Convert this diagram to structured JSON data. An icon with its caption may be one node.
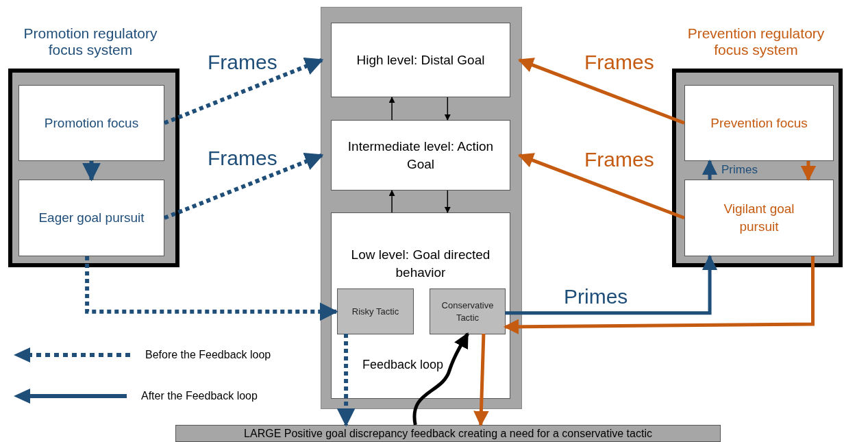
{
  "diagram": {
    "nodes": [
      {
        "text": [
          "Promotion regulatory focus system"
        ]
      },
      {
        "text": [
          "Promotion focus"
        ],
        "in": 0
      },
      {
        "text": [
          "Eager goal pursuit"
        ],
        "in": 0
      },
      {
        "text": [
          "High level: Distal Goal"
        ]
      },
      {
        "text": [
          "Intermediate level: Action Goal"
        ]
      },
      {
        "text": [
          "Low level: Goal directed behavior"
        ]
      },
      {
        "text": [
          "Risky Tactic"
        ],
        "in": 5
      },
      {
        "text": [
          "Conservative Tactic"
        ],
        "in": 5
      },
      {
        "text": [
          "Prevention regulatory focus system"
        ]
      },
      {
        "text": [
          "Prevention focus"
        ],
        "in": 8
      },
      {
        "text": [
          "Vigilant goal pursuit"
        ],
        "in": 8
      },
      {
        "text": [
          "LARGE Positive goal  discrepancy feedback creating a need for a conservative tactic"
        ]
      }
    ],
    "edges": [
      {
        "from": 1,
        "to": 3,
        "arrow": "to",
        "label": "Frames",
        "style": "dashed",
        "color": "#1f4e79"
      },
      {
        "from": 2,
        "to": 4,
        "arrow": "to",
        "label": "Frames",
        "style": "dashed",
        "color": "#1f4e79"
      },
      {
        "from": 1,
        "to": 2,
        "arrow": "to",
        "style": "dashed",
        "color": "#1f4e79"
      },
      {
        "from": 2,
        "to": 6,
        "arrow": "to",
        "style": "dashed",
        "color": "#1f4e79"
      },
      {
        "from": 6,
        "to": 11,
        "arrow": "to",
        "style": "dashed",
        "color": "#1f4e79"
      },
      {
        "from": 4,
        "to": 3,
        "arrow": "to",
        "color": "#000000"
      },
      {
        "from": 3,
        "to": 4,
        "arrow": "to",
        "color": "#000000"
      },
      {
        "from": 5,
        "to": 4,
        "arrow": "to",
        "color": "#000000"
      },
      {
        "from": 4,
        "to": 5,
        "arrow": "to",
        "color": "#000000"
      },
      {
        "from": 9,
        "to": 3,
        "arrow": "to",
        "label": "Frames",
        "color": "#c55a11"
      },
      {
        "from": 10,
        "to": 4,
        "arrow": "to",
        "label": "Frames",
        "color": "#c55a11"
      },
      {
        "from": 9,
        "to": 10,
        "arrow": "to",
        "color": "#c55a11"
      },
      {
        "from": 10,
        "to": 9,
        "arrow": "to",
        "label": "Primes",
        "color": "#1f4e79"
      },
      {
        "from": 7,
        "to": 10,
        "arrow": "to",
        "label": "Primes",
        "color": "#1f4e79"
      },
      {
        "from": 10,
        "to": 7,
        "arrow": "to",
        "color": "#c55a11"
      },
      {
        "from": 7,
        "to": 11,
        "arrow": "to",
        "color": "#c55a11"
      },
      {
        "from": 11,
        "to": 7,
        "arrow": "to",
        "label": "Feedback loop",
        "color": "#000000"
      }
    ],
    "legend": [
      {
        "text": "Before the Feedback loop"
      },
      {
        "text": "After the Feedback loop"
      }
    ]
  }
}
